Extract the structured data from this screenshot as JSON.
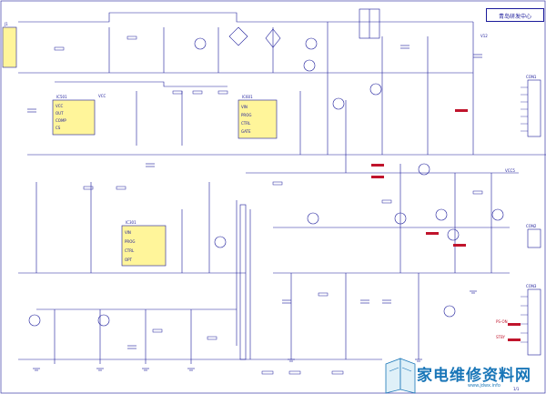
{
  "title_block": {
    "text": "青岛研发中心"
  },
  "connectors": {
    "left_top": "J1",
    "right_top": "CON1",
    "right_mid": "CON2",
    "right_bottom": "CON3"
  },
  "ic_labels": {
    "ic_top_left": "IC501",
    "ic_top_mid": "IC601",
    "ic_mid_left": "IC301"
  },
  "pin_labels": {
    "left_ic": [
      "VCC",
      "OUT",
      "COMP",
      "CS"
    ],
    "mid_ic": [
      "VIN",
      "PROG",
      "CTRL",
      "GATE"
    ],
    "low_ic": [
      "VIN",
      "PROG",
      "CTRL",
      "OPT"
    ]
  },
  "net_labels": {
    "vcc": "VCC",
    "vcc5": "VCC5",
    "v12": "V12",
    "ps_on": "PS-ON",
    "stby": "STBY"
  },
  "watermark": {
    "text": "家电维修资料网",
    "url": "www.jdwx.info"
  },
  "sheet_no": "1/1"
}
